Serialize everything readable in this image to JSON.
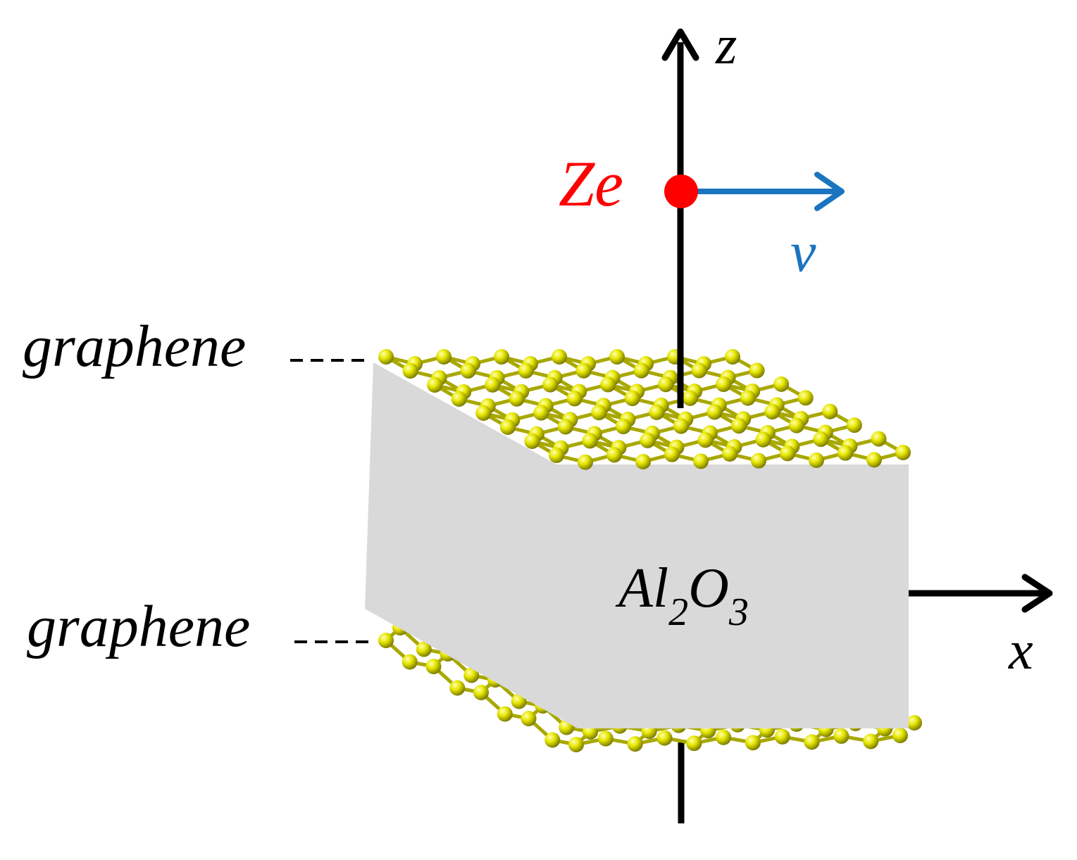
{
  "labels": {
    "z_axis": "z",
    "x_axis": "x",
    "charge": "Ze",
    "velocity": "v",
    "top_layer": "graphene",
    "bottom_layer": "graphene",
    "slab_base": "Al",
    "slab_sub1": "2",
    "slab_mid": "O",
    "slab_sub2": "3"
  },
  "colors": {
    "axis": "#000000",
    "charge": "#ff0000",
    "velocity": "#1a74c0",
    "slab": "#d9d9d9",
    "atom": "#e6e600",
    "atom_dark": "#8c8c00",
    "bond": "#a8a800"
  }
}
